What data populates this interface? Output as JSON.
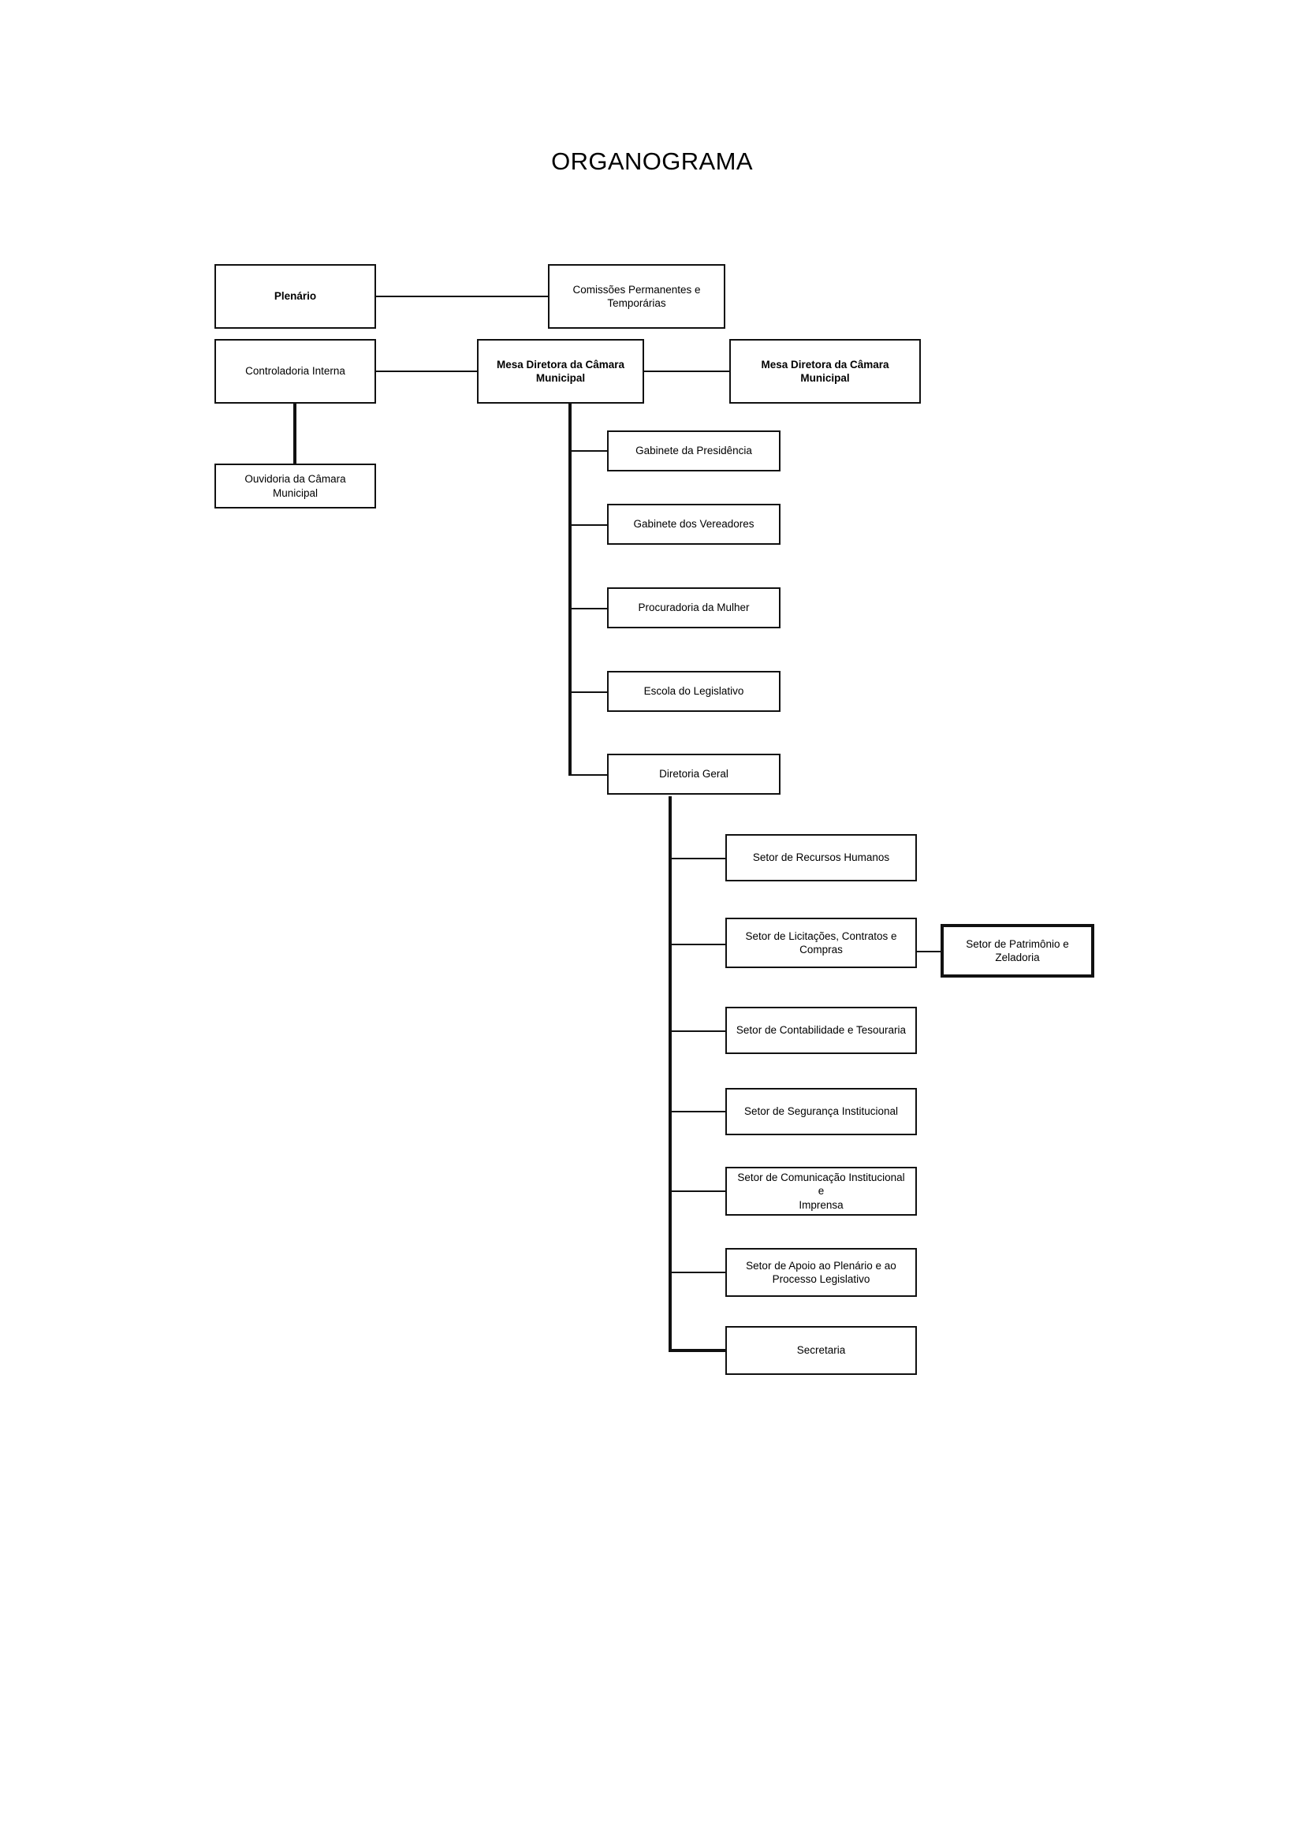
{
  "page": {
    "title": "ORGANOGRAMA",
    "background_color": "#ffffff",
    "line_color": "#111111",
    "text_color": "#000000"
  },
  "chart_data": {
    "type": "diagram",
    "diagram_kind": "organizational-chart",
    "title": "ORGANOGRAMA",
    "nodes": [
      {
        "id": "plenario",
        "label": "Plenário",
        "bold": true,
        "emphasis": "normal"
      },
      {
        "id": "comissoes",
        "label": "Comissões Permanentes e\nTemporárias",
        "bold": false,
        "emphasis": "normal"
      },
      {
        "id": "controladoria",
        "label": "Controladoria Interna",
        "bold": false,
        "emphasis": "normal"
      },
      {
        "id": "mesa_diretora",
        "label": "Mesa Diretora da Câmara\nMunicipal",
        "bold": true,
        "emphasis": "normal"
      },
      {
        "id": "mesa_diretora_2",
        "label": "Mesa Diretora da Câmara Municipal",
        "bold": true,
        "emphasis": "normal"
      },
      {
        "id": "ouvidoria",
        "label": "Ouvidoria da Câmara Municipal",
        "bold": false,
        "emphasis": "normal"
      },
      {
        "id": "gab_presidencia",
        "label": "Gabinete da Presidência",
        "bold": false,
        "emphasis": "normal"
      },
      {
        "id": "gab_vereadores",
        "label": "Gabinete dos Vereadores",
        "bold": false,
        "emphasis": "normal"
      },
      {
        "id": "procuradoria_mulher",
        "label": "Procuradoria da Mulher",
        "bold": false,
        "emphasis": "normal"
      },
      {
        "id": "escola_legislativo",
        "label": "Escola do Legislativo",
        "bold": false,
        "emphasis": "normal"
      },
      {
        "id": "diretoria_geral",
        "label": "Diretoria Geral",
        "bold": false,
        "emphasis": "normal"
      },
      {
        "id": "setor_rh",
        "label": "Setor de Recursos Humanos",
        "bold": false,
        "emphasis": "normal"
      },
      {
        "id": "setor_licitacoes",
        "label": "Setor de Licitações, Contratos e\nCompras",
        "bold": false,
        "emphasis": "normal"
      },
      {
        "id": "setor_patrimonio",
        "label": "Setor de Patrimônio e\nZeladoria",
        "bold": false,
        "emphasis": "thick"
      },
      {
        "id": "setor_contabilidade",
        "label": "Setor de Contabilidade e Tesouraria",
        "bold": false,
        "emphasis": "normal"
      },
      {
        "id": "setor_seguranca",
        "label": "Setor de Segurança Institucional",
        "bold": false,
        "emphasis": "normal"
      },
      {
        "id": "setor_comunicacao",
        "label": "Setor de Comunicação Institucional e\nImprensa",
        "bold": false,
        "emphasis": "normal"
      },
      {
        "id": "setor_apoio_plenario",
        "label": "Setor de Apoio ao Plenário e ao\nProcesso Legislativo",
        "bold": false,
        "emphasis": "normal"
      },
      {
        "id": "secretaria",
        "label": "Secretaria",
        "bold": false,
        "emphasis": "normal"
      }
    ],
    "edges": [
      {
        "from": "plenario",
        "to": "comissoes"
      },
      {
        "from": "controladoria",
        "to": "mesa_diretora"
      },
      {
        "from": "mesa_diretora",
        "to": "mesa_diretora_2"
      },
      {
        "from": "controladoria",
        "to": "ouvidoria"
      },
      {
        "from": "mesa_diretora",
        "to": "gab_presidencia"
      },
      {
        "from": "mesa_diretora",
        "to": "gab_vereadores"
      },
      {
        "from": "mesa_diretora",
        "to": "procuradoria_mulher"
      },
      {
        "from": "mesa_diretora",
        "to": "escola_legislativo"
      },
      {
        "from": "mesa_diretora",
        "to": "diretoria_geral"
      },
      {
        "from": "diretoria_geral",
        "to": "setor_rh"
      },
      {
        "from": "diretoria_geral",
        "to": "setor_licitacoes"
      },
      {
        "from": "setor_licitacoes",
        "to": "setor_patrimonio"
      },
      {
        "from": "diretoria_geral",
        "to": "setor_contabilidade"
      },
      {
        "from": "diretoria_geral",
        "to": "setor_seguranca"
      },
      {
        "from": "diretoria_geral",
        "to": "setor_comunicacao"
      },
      {
        "from": "diretoria_geral",
        "to": "setor_apoio_plenario"
      },
      {
        "from": "diretoria_geral",
        "to": "secretaria"
      }
    ]
  }
}
